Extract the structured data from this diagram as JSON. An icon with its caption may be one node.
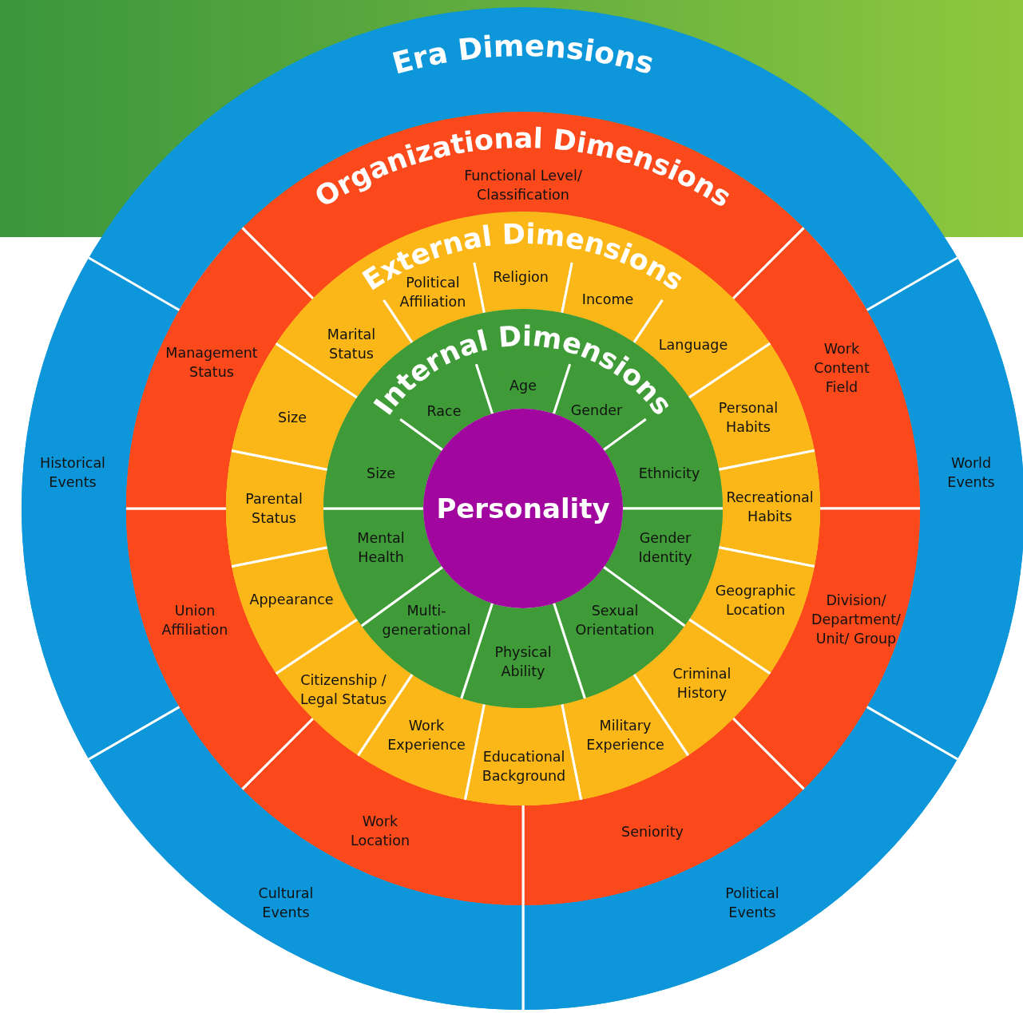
{
  "diagram": {
    "nodes": [
      {
        "text": [
          "Era Dimensions"
        ]
      },
      {
        "text": [
          "Organizational Dimensions"
        ],
        "in": 0
      },
      {
        "text": [
          "External Dimensions"
        ],
        "in": 1
      },
      {
        "text": [
          "Internal Dimensions"
        ],
        "in": 2
      },
      {
        "text": [
          "Personality"
        ],
        "in": 3
      },
      {
        "text": [
          "World Events"
        ],
        "in": 0
      },
      {
        "text": [
          "Political Events"
        ],
        "in": 0
      },
      {
        "text": [
          "Cultural Events"
        ],
        "in": 0
      },
      {
        "text": [
          "Historical Events"
        ],
        "in": 0
      },
      {
        "text": [
          "Functional Level/ Classification"
        ],
        "in": 1
      },
      {
        "text": [
          "Work Content Field"
        ],
        "in": 1
      },
      {
        "text": [
          "Division/ Department/ Unit/ Group"
        ],
        "in": 1
      },
      {
        "text": [
          "Seniority"
        ],
        "in": 1
      },
      {
        "text": [
          "Work Location"
        ],
        "in": 1
      },
      {
        "text": [
          "Union Affiliation"
        ],
        "in": 1
      },
      {
        "text": [
          "Management Status"
        ],
        "in": 1
      },
      {
        "text": [
          "Religion"
        ],
        "in": 2
      },
      {
        "text": [
          "Income"
        ],
        "in": 2
      },
      {
        "text": [
          "Language"
        ],
        "in": 2
      },
      {
        "text": [
          "Personal Habits"
        ],
        "in": 2
      },
      {
        "text": [
          "Recreational Habits"
        ],
        "in": 2
      },
      {
        "text": [
          "Geographic Location"
        ],
        "in": 2
      },
      {
        "text": [
          "Criminal History"
        ],
        "in": 2
      },
      {
        "text": [
          "Military Experience"
        ],
        "in": 2
      },
      {
        "text": [
          "Educational Background"
        ],
        "in": 2
      },
      {
        "text": [
          "Work Experience"
        ],
        "in": 2
      },
      {
        "text": [
          "Citizenship / Legal Status"
        ],
        "in": 2
      },
      {
        "text": [
          "Appearance"
        ],
        "in": 2
      },
      {
        "text": [
          "Parental Status"
        ],
        "in": 2
      },
      {
        "text": [
          "Size"
        ],
        "in": 2
      },
      {
        "text": [
          "Marital Status"
        ],
        "in": 2
      },
      {
        "text": [
          "Political Affiliation"
        ],
        "in": 2
      },
      {
        "text": [
          "Age"
        ],
        "in": 3
      },
      {
        "text": [
          "Gender"
        ],
        "in": 3
      },
      {
        "text": [
          "Ethnicity"
        ],
        "in": 3
      },
      {
        "text": [
          "Gender Identity"
        ],
        "in": 3
      },
      {
        "text": [
          "Sexual Orientation"
        ],
        "in": 3
      },
      {
        "text": [
          "Physical Ability"
        ],
        "in": 3
      },
      {
        "text": [
          "Multi-generational"
        ],
        "in": 3
      },
      {
        "text": [
          "Mental Health"
        ],
        "in": 3
      },
      {
        "text": [
          "Size"
        ],
        "in": 3
      },
      {
        "text": [
          "Race"
        ],
        "in": 3
      }
    ]
  }
}
